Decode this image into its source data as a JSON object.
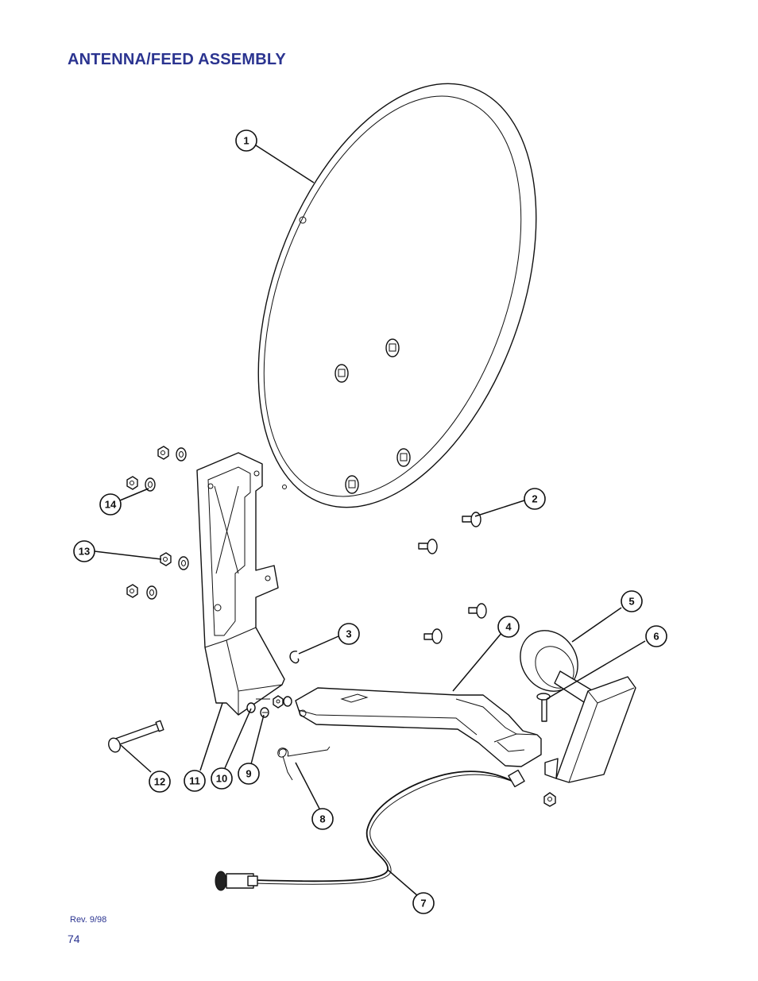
{
  "title": "ANTENNA/FEED  ASSEMBLY",
  "revision": "Rev. 9/98",
  "page_number": "74",
  "colors": {
    "heading": "#2b3490",
    "line": "#111111",
    "background": "#ffffff"
  },
  "callouts": [
    "1",
    "2",
    "3",
    "4",
    "5",
    "6",
    "7",
    "8",
    "9",
    "10",
    "11",
    "12",
    "13",
    "14"
  ]
}
